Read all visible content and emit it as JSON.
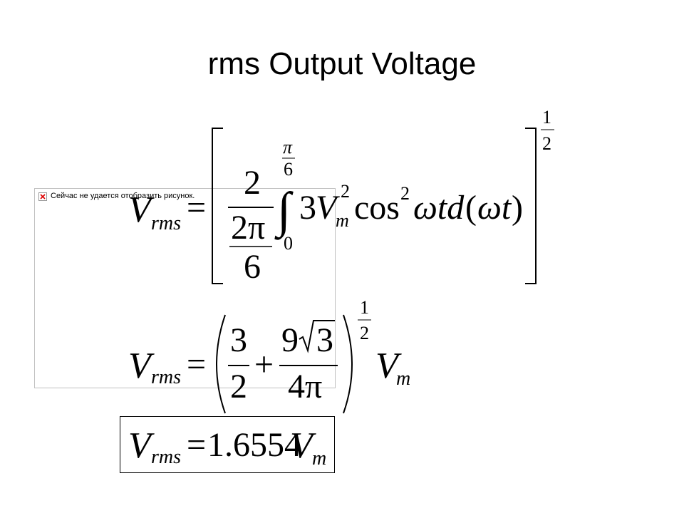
{
  "slide": {
    "title": "rms Output Voltage"
  },
  "image_placeholder": {
    "icon": "broken-image-icon",
    "text": "Сейчас не удается отобразить рисунок."
  },
  "equations": {
    "eq1": {
      "lhs_symbol": "V",
      "lhs_subscript": "rms",
      "equals": "=",
      "frac_numerator": "2",
      "inner_numerator": "2π",
      "inner_denominator": "6",
      "integral_upper_num": "π",
      "integral_upper_den": "6",
      "integral_lower": "0",
      "integral_sign": "∫",
      "coef": "3",
      "vm": "V",
      "vm_superscript": "2",
      "vm_subscript": "m",
      "cos": "cos",
      "cos_superscript": "2",
      "argument": "ωtd",
      "diff_open": "(",
      "diff_var": "ωt",
      "diff_close": ")",
      "exp_num": "1",
      "exp_den": "2"
    },
    "eq2": {
      "lhs_symbol": "V",
      "lhs_subscript": "rms",
      "equals": "=",
      "term1_num": "3",
      "term1_den": "2",
      "plus": "+",
      "term2_num_coef": "9",
      "term2_num_root": "3",
      "term2_den": "4π",
      "exp_num": "1",
      "exp_den": "2",
      "rhs_symbol": "V",
      "rhs_subscript": "m"
    },
    "eq3": {
      "lhs_symbol": "V",
      "lhs_subscript": "rms",
      "equals": "=",
      "value": "1.6554",
      "rhs_symbol": "V",
      "rhs_subscript": "m"
    }
  }
}
